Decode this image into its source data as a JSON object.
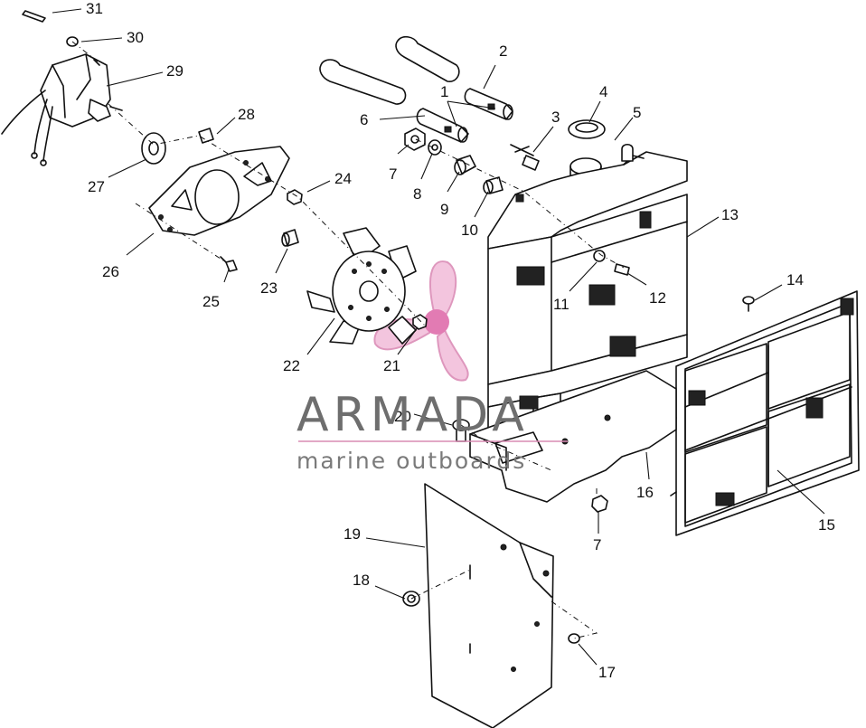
{
  "callouts": [
    {
      "id": "c1",
      "text": "1"
    },
    {
      "id": "c2",
      "text": "2"
    },
    {
      "id": "c3",
      "text": "3"
    },
    {
      "id": "c4",
      "text": "4"
    },
    {
      "id": "c5",
      "text": "5"
    },
    {
      "id": "c6",
      "text": "6"
    },
    {
      "id": "c7a",
      "text": "7"
    },
    {
      "id": "c7b",
      "text": "7"
    },
    {
      "id": "c8",
      "text": "8"
    },
    {
      "id": "c9",
      "text": "9"
    },
    {
      "id": "c10",
      "text": "10"
    },
    {
      "id": "c11",
      "text": "11"
    },
    {
      "id": "c12",
      "text": "12"
    },
    {
      "id": "c13",
      "text": "13"
    },
    {
      "id": "c14",
      "text": "14"
    },
    {
      "id": "c15",
      "text": "15"
    },
    {
      "id": "c16",
      "text": "16"
    },
    {
      "id": "c17",
      "text": "17"
    },
    {
      "id": "c18",
      "text": "18"
    },
    {
      "id": "c19",
      "text": "19"
    },
    {
      "id": "c20",
      "text": "20"
    },
    {
      "id": "c21",
      "text": "21"
    },
    {
      "id": "c22",
      "text": "22"
    },
    {
      "id": "c23",
      "text": "23"
    },
    {
      "id": "c24",
      "text": "24"
    },
    {
      "id": "c25",
      "text": "25"
    },
    {
      "id": "c26",
      "text": "26"
    },
    {
      "id": "c27",
      "text": "27"
    },
    {
      "id": "c28",
      "text": "28"
    },
    {
      "id": "c29",
      "text": "29"
    },
    {
      "id": "c30",
      "text": "30"
    },
    {
      "id": "c31",
      "text": "31"
    }
  ],
  "watermark": {
    "brand": "ARMADA",
    "tagline": "marine outboards",
    "color_text": "#6e6e6e",
    "color_accent": "#e27bb3"
  },
  "colors": {
    "line": "#111111",
    "background": "#ffffff"
  }
}
